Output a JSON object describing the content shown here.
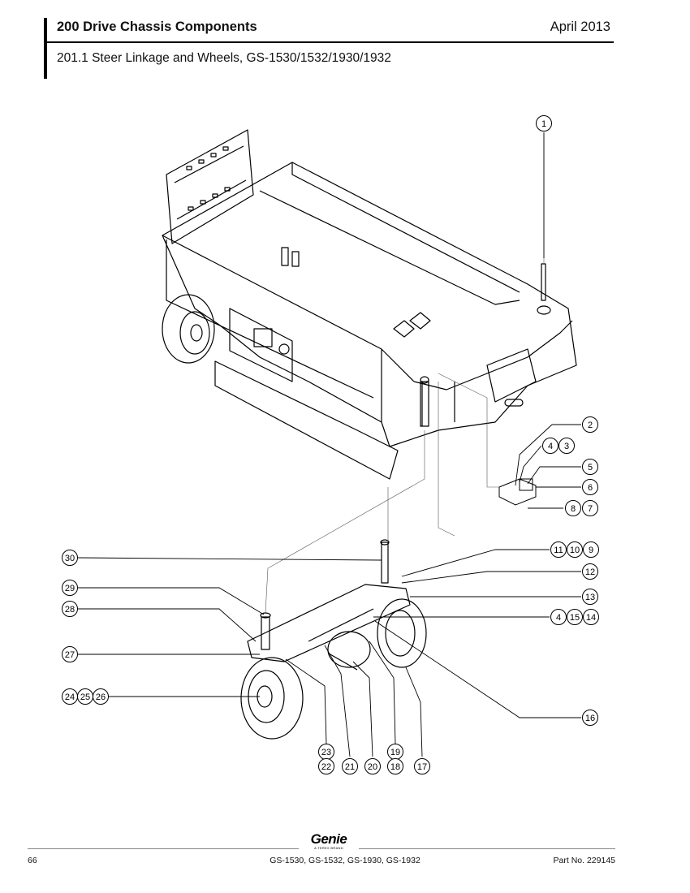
{
  "header": {
    "section_title": "200 Drive Chassis Components",
    "date": "April 2013",
    "subtitle": "201.1 Steer Linkage and Wheels, GS-1530/1532/1930/1932"
  },
  "callouts": [
    {
      "id": "c1",
      "label": "1"
    },
    {
      "id": "c2",
      "label": "2"
    },
    {
      "id": "c4a",
      "label": "4"
    },
    {
      "id": "c3",
      "label": "3"
    },
    {
      "id": "c5",
      "label": "5"
    },
    {
      "id": "c6",
      "label": "6"
    },
    {
      "id": "c8",
      "label": "8"
    },
    {
      "id": "c7",
      "label": "7"
    },
    {
      "id": "c11",
      "label": "11"
    },
    {
      "id": "c10",
      "label": "10"
    },
    {
      "id": "c9",
      "label": "9"
    },
    {
      "id": "c12",
      "label": "12"
    },
    {
      "id": "c13",
      "label": "13"
    },
    {
      "id": "c4b",
      "label": "4"
    },
    {
      "id": "c15",
      "label": "15"
    },
    {
      "id": "c14",
      "label": "14"
    },
    {
      "id": "c16",
      "label": "16"
    },
    {
      "id": "c30",
      "label": "30"
    },
    {
      "id": "c29",
      "label": "29"
    },
    {
      "id": "c28",
      "label": "28"
    },
    {
      "id": "c27",
      "label": "27"
    },
    {
      "id": "c24",
      "label": "24"
    },
    {
      "id": "c25",
      "label": "25"
    },
    {
      "id": "c26",
      "label": "26"
    },
    {
      "id": "c23",
      "label": "23"
    },
    {
      "id": "c22",
      "label": "22"
    },
    {
      "id": "c21",
      "label": "21"
    },
    {
      "id": "c20",
      "label": "20"
    },
    {
      "id": "c19",
      "label": "19"
    },
    {
      "id": "c18",
      "label": "18"
    },
    {
      "id": "c17",
      "label": "17"
    }
  ],
  "footer": {
    "logo_text": "Genie",
    "logo_subtext": "A TEREX BRAND",
    "page_number": "66",
    "models": "GS-1530, GS-1532, GS-1930, GS-1932",
    "part_number": "Part No. 229145"
  }
}
